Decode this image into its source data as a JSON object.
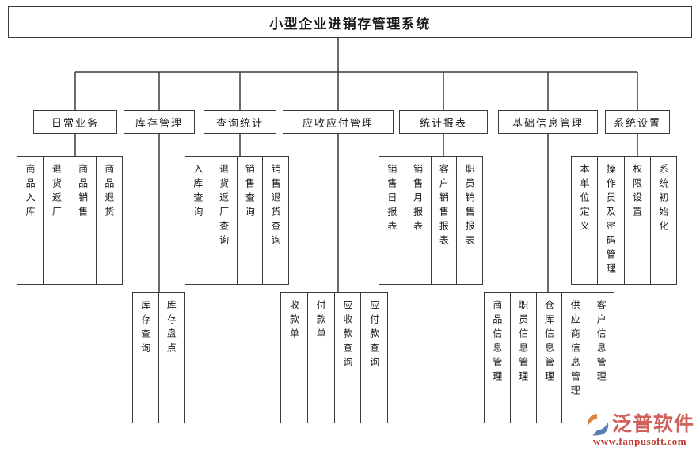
{
  "title": "小型企业进销存管理系统",
  "branches": [
    {
      "label": "日常业务",
      "children": [
        "商品入库",
        "退货返厂",
        "商品销售",
        "商品退货"
      ]
    },
    {
      "label": "库存管理",
      "children": [
        "库存查询",
        "库存盘点"
      ]
    },
    {
      "label": "查询统计",
      "children": [
        "入库查询",
        "退货返厂查询",
        "销售查询",
        "销售退货查询"
      ]
    },
    {
      "label": "应收应付管理",
      "children": [
        "收款单",
        "付款单",
        "应收款查询",
        "应付款查询"
      ]
    },
    {
      "label": "统计报表",
      "children": [
        "销售日报表",
        "销售月报表",
        "客户销售报表",
        "职员销售报表"
      ]
    },
    {
      "label": "基础信息管理",
      "children": [
        "商品信息管理",
        "职员信息管理",
        "仓库信息管理",
        "供应商信息管理",
        "客户信息管理"
      ]
    },
    {
      "label": "系统设置",
      "children": [
        "本单位定义",
        "操作员及密码管理",
        "权限设置",
        "系统初始化"
      ]
    }
  ],
  "watermark": {
    "brand": "泛普软件",
    "url": "www.fanpusoft.com",
    "logo_icon": "fanpu-swirl-logo",
    "brand_color": "#d0605a",
    "url_color": "#bf3a30",
    "logo_orange": "#e0823f",
    "logo_blue": "#5b7fb0"
  },
  "colors": {
    "line": "#3a3a3a",
    "background": "#ffffff",
    "text": "#1a1a1a"
  }
}
